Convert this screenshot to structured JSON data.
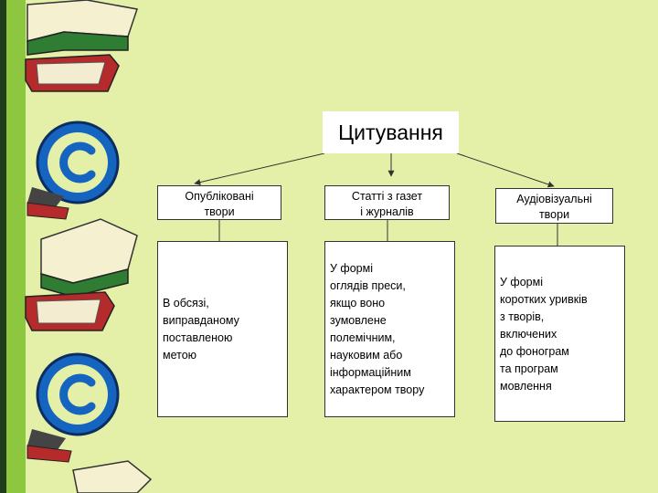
{
  "diagram": {
    "title": "Цитування",
    "categories": [
      {
        "label": "Опубліковані\nтвори"
      },
      {
        "label": "Статті з газет\nі журналів"
      },
      {
        "label": "Аудіовізуальні\nтвори"
      }
    ],
    "descriptions": [
      {
        "text": "В обсязі,\nвиправданому\nпоставленою\nметою"
      },
      {
        "text": "У формі\nоглядів преси,\nякщо воно\nзумовлене\nполемічним,\nнауковим або\nінформаційним\nхарактером твору"
      },
      {
        "text": "У формі\nкоротких уривків\nз творів,\nвключених\nдо фонограм\nта програм\nмовлення"
      }
    ]
  },
  "decoration": {
    "icons": [
      "book-icon",
      "copyright-icon",
      "book-icon",
      "copyright-icon",
      "book-icon"
    ],
    "colors": {
      "background": "#e4f0a8",
      "stripe": "#8dc63f",
      "book_red": "#b52a2a",
      "book_green": "#2e7d32",
      "copyright_blue": "#1565c0"
    }
  }
}
